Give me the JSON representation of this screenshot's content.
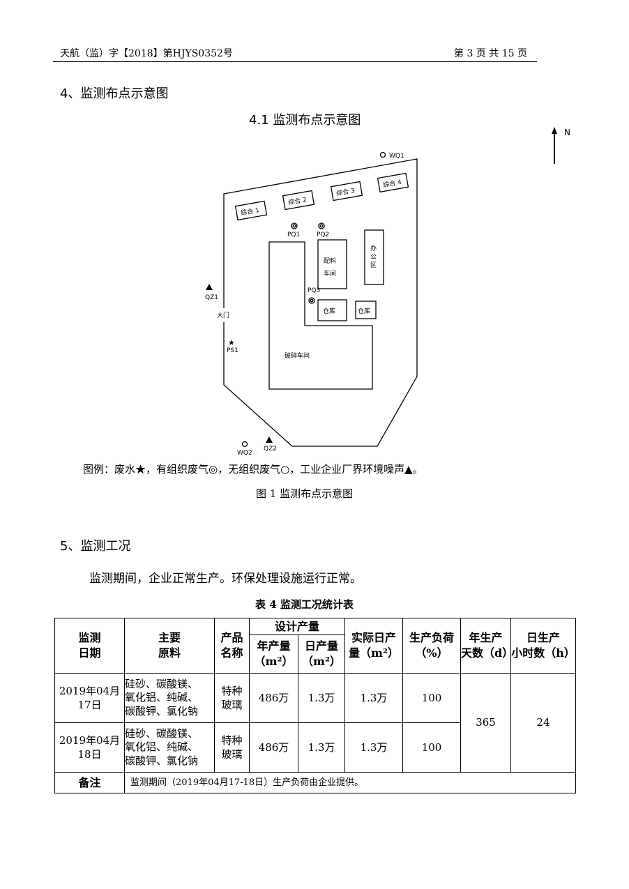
{
  "header": {
    "doc_no": "天航（监）字【2018】第HJYS0352号",
    "page": "第 3 页 共 15 页"
  },
  "section4": {
    "title": "4、监测布点示意图",
    "figure_title": "4.1 监测布点示意图"
  },
  "diagram": {
    "north": "N",
    "buildings": {
      "z1": "综合 1",
      "z2": "综合 2",
      "z3": "综合 3",
      "z4": "综合 4",
      "peiliao_1": "配料",
      "peiliao_2": "车间",
      "office_1": "办",
      "office_2": "公",
      "office_3": "区",
      "warehouse1": "仓库",
      "warehouse2": "仓库",
      "crush": "破碎车间",
      "gate": "大门"
    },
    "points": {
      "wq1": "WQ1",
      "wq2": "WQ2",
      "pq1": "PQ1",
      "pq2": "PQ2",
      "pq3": "PQ3",
      "qz1": "QZ1",
      "qz2": "QZ2",
      "ps1": "PS1"
    },
    "legend": "图例：废水★，有组织废气◎，无组织废气○，工业企业厂界环境噪声▲。",
    "caption": "图 1  监测布点示意图"
  },
  "section5": {
    "title": "5、监测工况",
    "paragraph": "监测期间，企业正常生产。环保处理设施运行正常。",
    "table_title": "表 4  监测工况统计表"
  },
  "table": {
    "headers": {
      "date": [
        "监测",
        "日期"
      ],
      "material": [
        "主要",
        "原料"
      ],
      "product": [
        "产品",
        "名称"
      ],
      "design": "设计产量",
      "annual": [
        "年产量",
        "（m²）"
      ],
      "daily": [
        "日产量",
        "（m²）"
      ],
      "actual": [
        "实际日产",
        "量（m²）"
      ],
      "load": [
        "生产负荷",
        "（%）"
      ],
      "days": [
        "年生产",
        "天数（d）"
      ],
      "hours": [
        "日生产",
        "小时数（h）"
      ]
    },
    "rows": [
      {
        "date": [
          "2019年04月",
          "17日"
        ],
        "material": [
          "硅砂、碳酸镁、",
          "氧化铝、纯碱、",
          "碳酸钾、氯化钠"
        ],
        "product": [
          "特种",
          "玻璃"
        ],
        "annual": "486万",
        "daily": "1.3万",
        "actual": "1.3万",
        "load": "100"
      },
      {
        "date": [
          "2019年04月",
          "18日"
        ],
        "material": [
          "硅砂、碳酸镁、",
          "氧化铝、纯碱、",
          "碳酸钾、氯化钠"
        ],
        "product": [
          "特种",
          "玻璃"
        ],
        "annual": "486万",
        "daily": "1.3万",
        "actual": "1.3万",
        "load": "100"
      }
    ],
    "days": "365",
    "hours": "24",
    "note_label": "备注",
    "note": "监测期间（2019年04月17-18日）生产负荷由企业提供。"
  }
}
